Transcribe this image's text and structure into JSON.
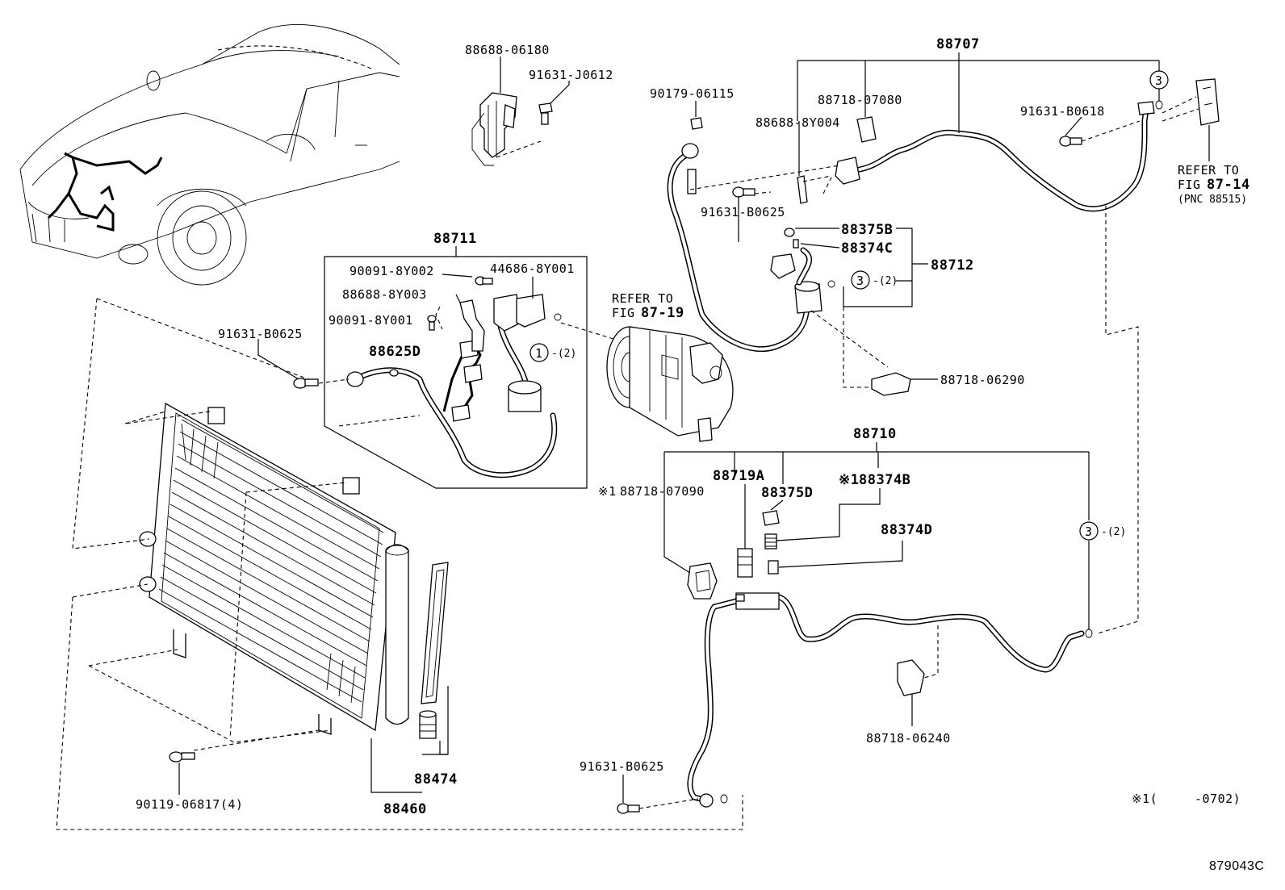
{
  "callouts": {
    "p88688_06180": "88688-06180",
    "p91631_J0612": "91631-J0612",
    "p90179_06115": "90179-06115",
    "p88707": "88707",
    "p88718_07080": "88718-07080",
    "p88688_8Y004": "88688-8Y004",
    "p91631_B0618": "91631-B0618",
    "p91631_B0625_top": "91631-B0625",
    "p88375B": "88375B",
    "p88374C": "88374C",
    "p88712": "88712",
    "p88711": "88711",
    "p90091_8Y002": "90091-8Y002",
    "p44686_8Y001": "44686-8Y001",
    "p88688_8Y003": "88688-8Y003",
    "p90091_8Y001": "90091-8Y001",
    "p91631_B0625_left": "91631-B0625",
    "p88625D": "88625D",
    "p88718_06290": "88718-06290",
    "p88710": "88710",
    "p88719A": "88719A",
    "p88375D": "88375D",
    "p88374B": "88374B",
    "p88718_07090": "88718-07090",
    "p88374D": "88374D",
    "p88718_06240": "88718-06240",
    "p91631_B0625_bottom": "91631-B0625",
    "p88474": "88474",
    "p88460": "88460",
    "p90119_06817": "90119-06817(4)"
  },
  "marks": {
    "note_prefix": "※1",
    "circle_1": "1",
    "circle_3": "3",
    "qty_2": "-(2)"
  },
  "references": {
    "fig_87_19_line1": "REFER TO",
    "fig_87_19_line2_prefix": "FIG ",
    "fig_87_19_line2_num": "87-19",
    "fig_87_14_line1": "REFER TO",
    "fig_87_14_line2_prefix": "FIG ",
    "fig_87_14_line2_num": "87-14",
    "fig_87_14_line3": "(PNC 88515)"
  },
  "footnote": {
    "mark": "※1(",
    "range": "-0702)"
  },
  "illustration_id": "879043C"
}
